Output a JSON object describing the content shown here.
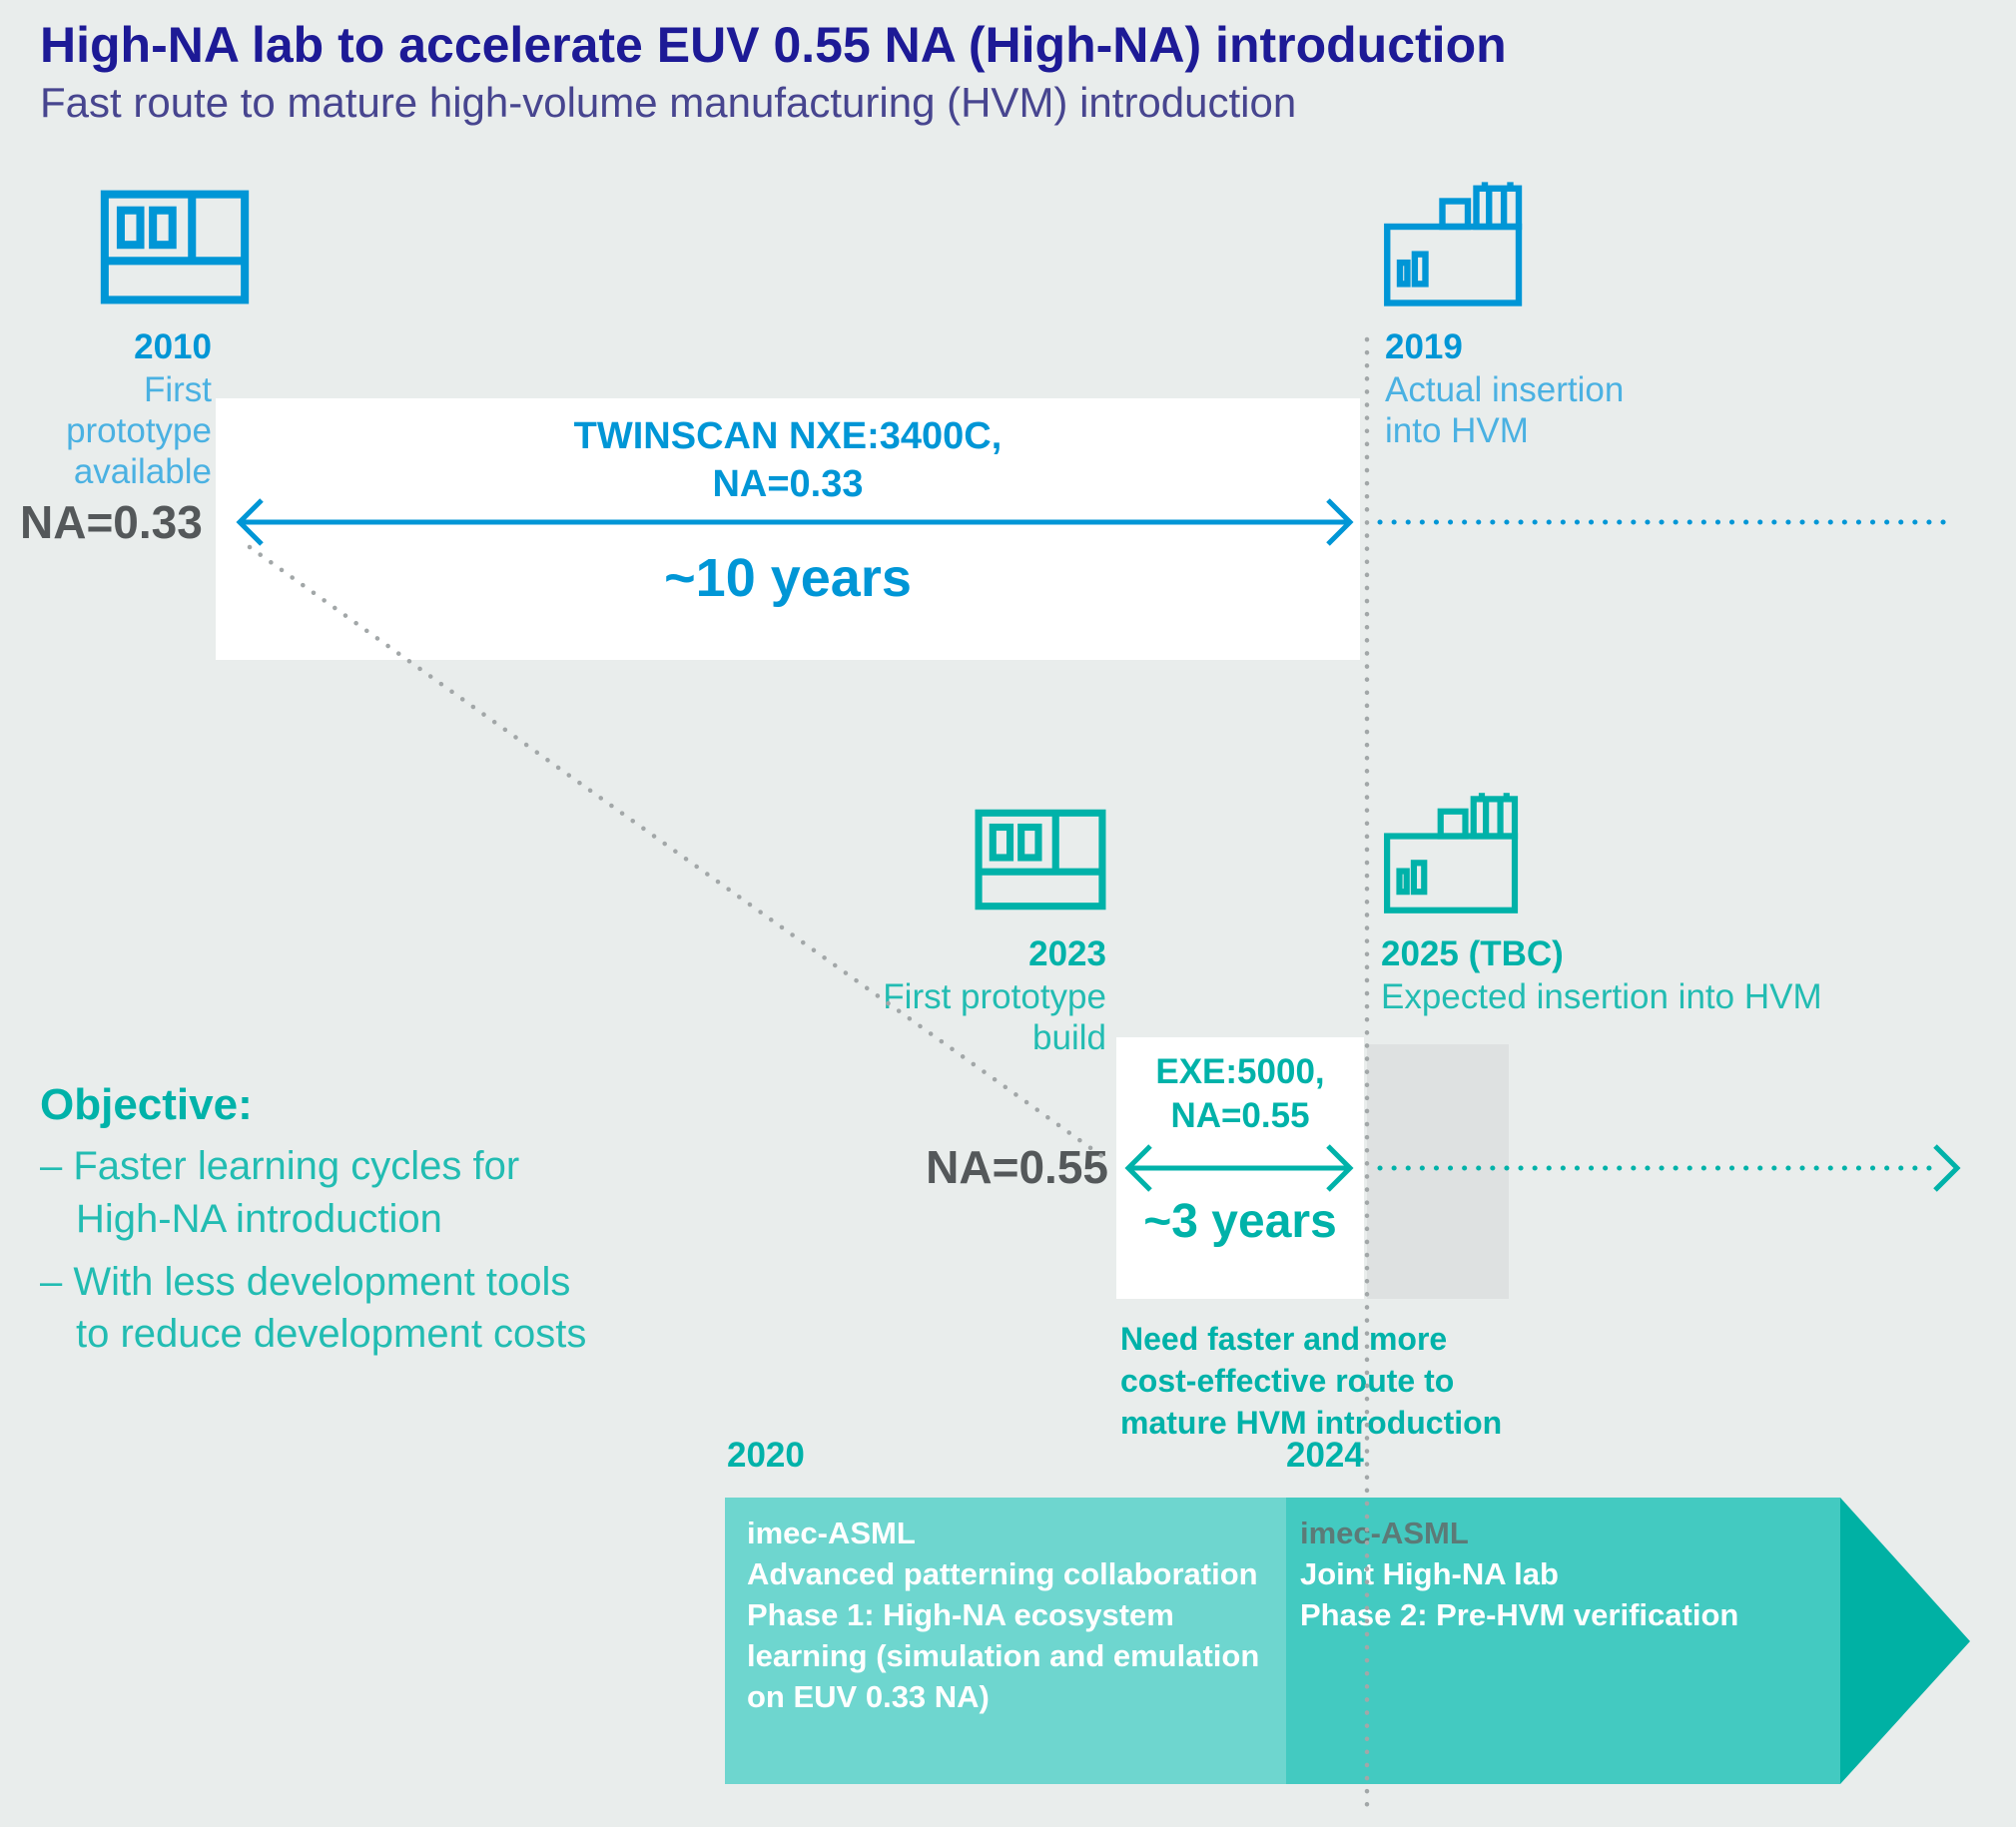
{
  "header": {
    "title": "High-NA lab to accelerate EUV 0.55 NA (High-NA) introduction",
    "subtitle": "Fast route to mature high-volume manufacturing (HVM) introduction"
  },
  "na033": {
    "label": "NA=0.33",
    "start_year": "2010",
    "start_caption": "First prototype\navailable",
    "end_year": "2019",
    "end_caption": "Actual insertion\ninto HVM",
    "tool": "TWINSCAN NXE:3400C,\nNA=0.33",
    "duration": "~10 years"
  },
  "na055": {
    "label": "NA=0.55",
    "start_year": "2023",
    "start_caption": "First prototype\nbuild",
    "end_year": "2025 (TBC)",
    "end_caption": "Expected insertion into HVM",
    "tool": "EXE:5000,\nNA=0.55",
    "duration": "~3 years",
    "note": "Need faster and more\ncost-effective route to\nmature HVM introduction"
  },
  "objective": {
    "heading": "Objective:",
    "items": [
      "– Faster learning cycles for\nHigh-NA introduction",
      "– With less development tools\nto reduce development costs"
    ]
  },
  "banner": {
    "phase1_year": "2020",
    "phase2_year": "2024",
    "phase1_org": "imec-ASML",
    "phase1_text": "Advanced patterning collaboration\nPhase 1: High-NA ecosystem\nlearning (simulation and emulation\non EUV 0.33 NA)",
    "phase2_org": "imec-ASML",
    "phase2_text": "Joint High-NA lab\nPhase 2: Pre-HVM verification"
  },
  "colors": {
    "blue": "#0096d6",
    "teal": "#00b2a9",
    "navy": "#1d1a96",
    "banner_light": "#6ed6cf",
    "banner_mid": "#43cac1",
    "banner_head": "#00b1a4"
  }
}
